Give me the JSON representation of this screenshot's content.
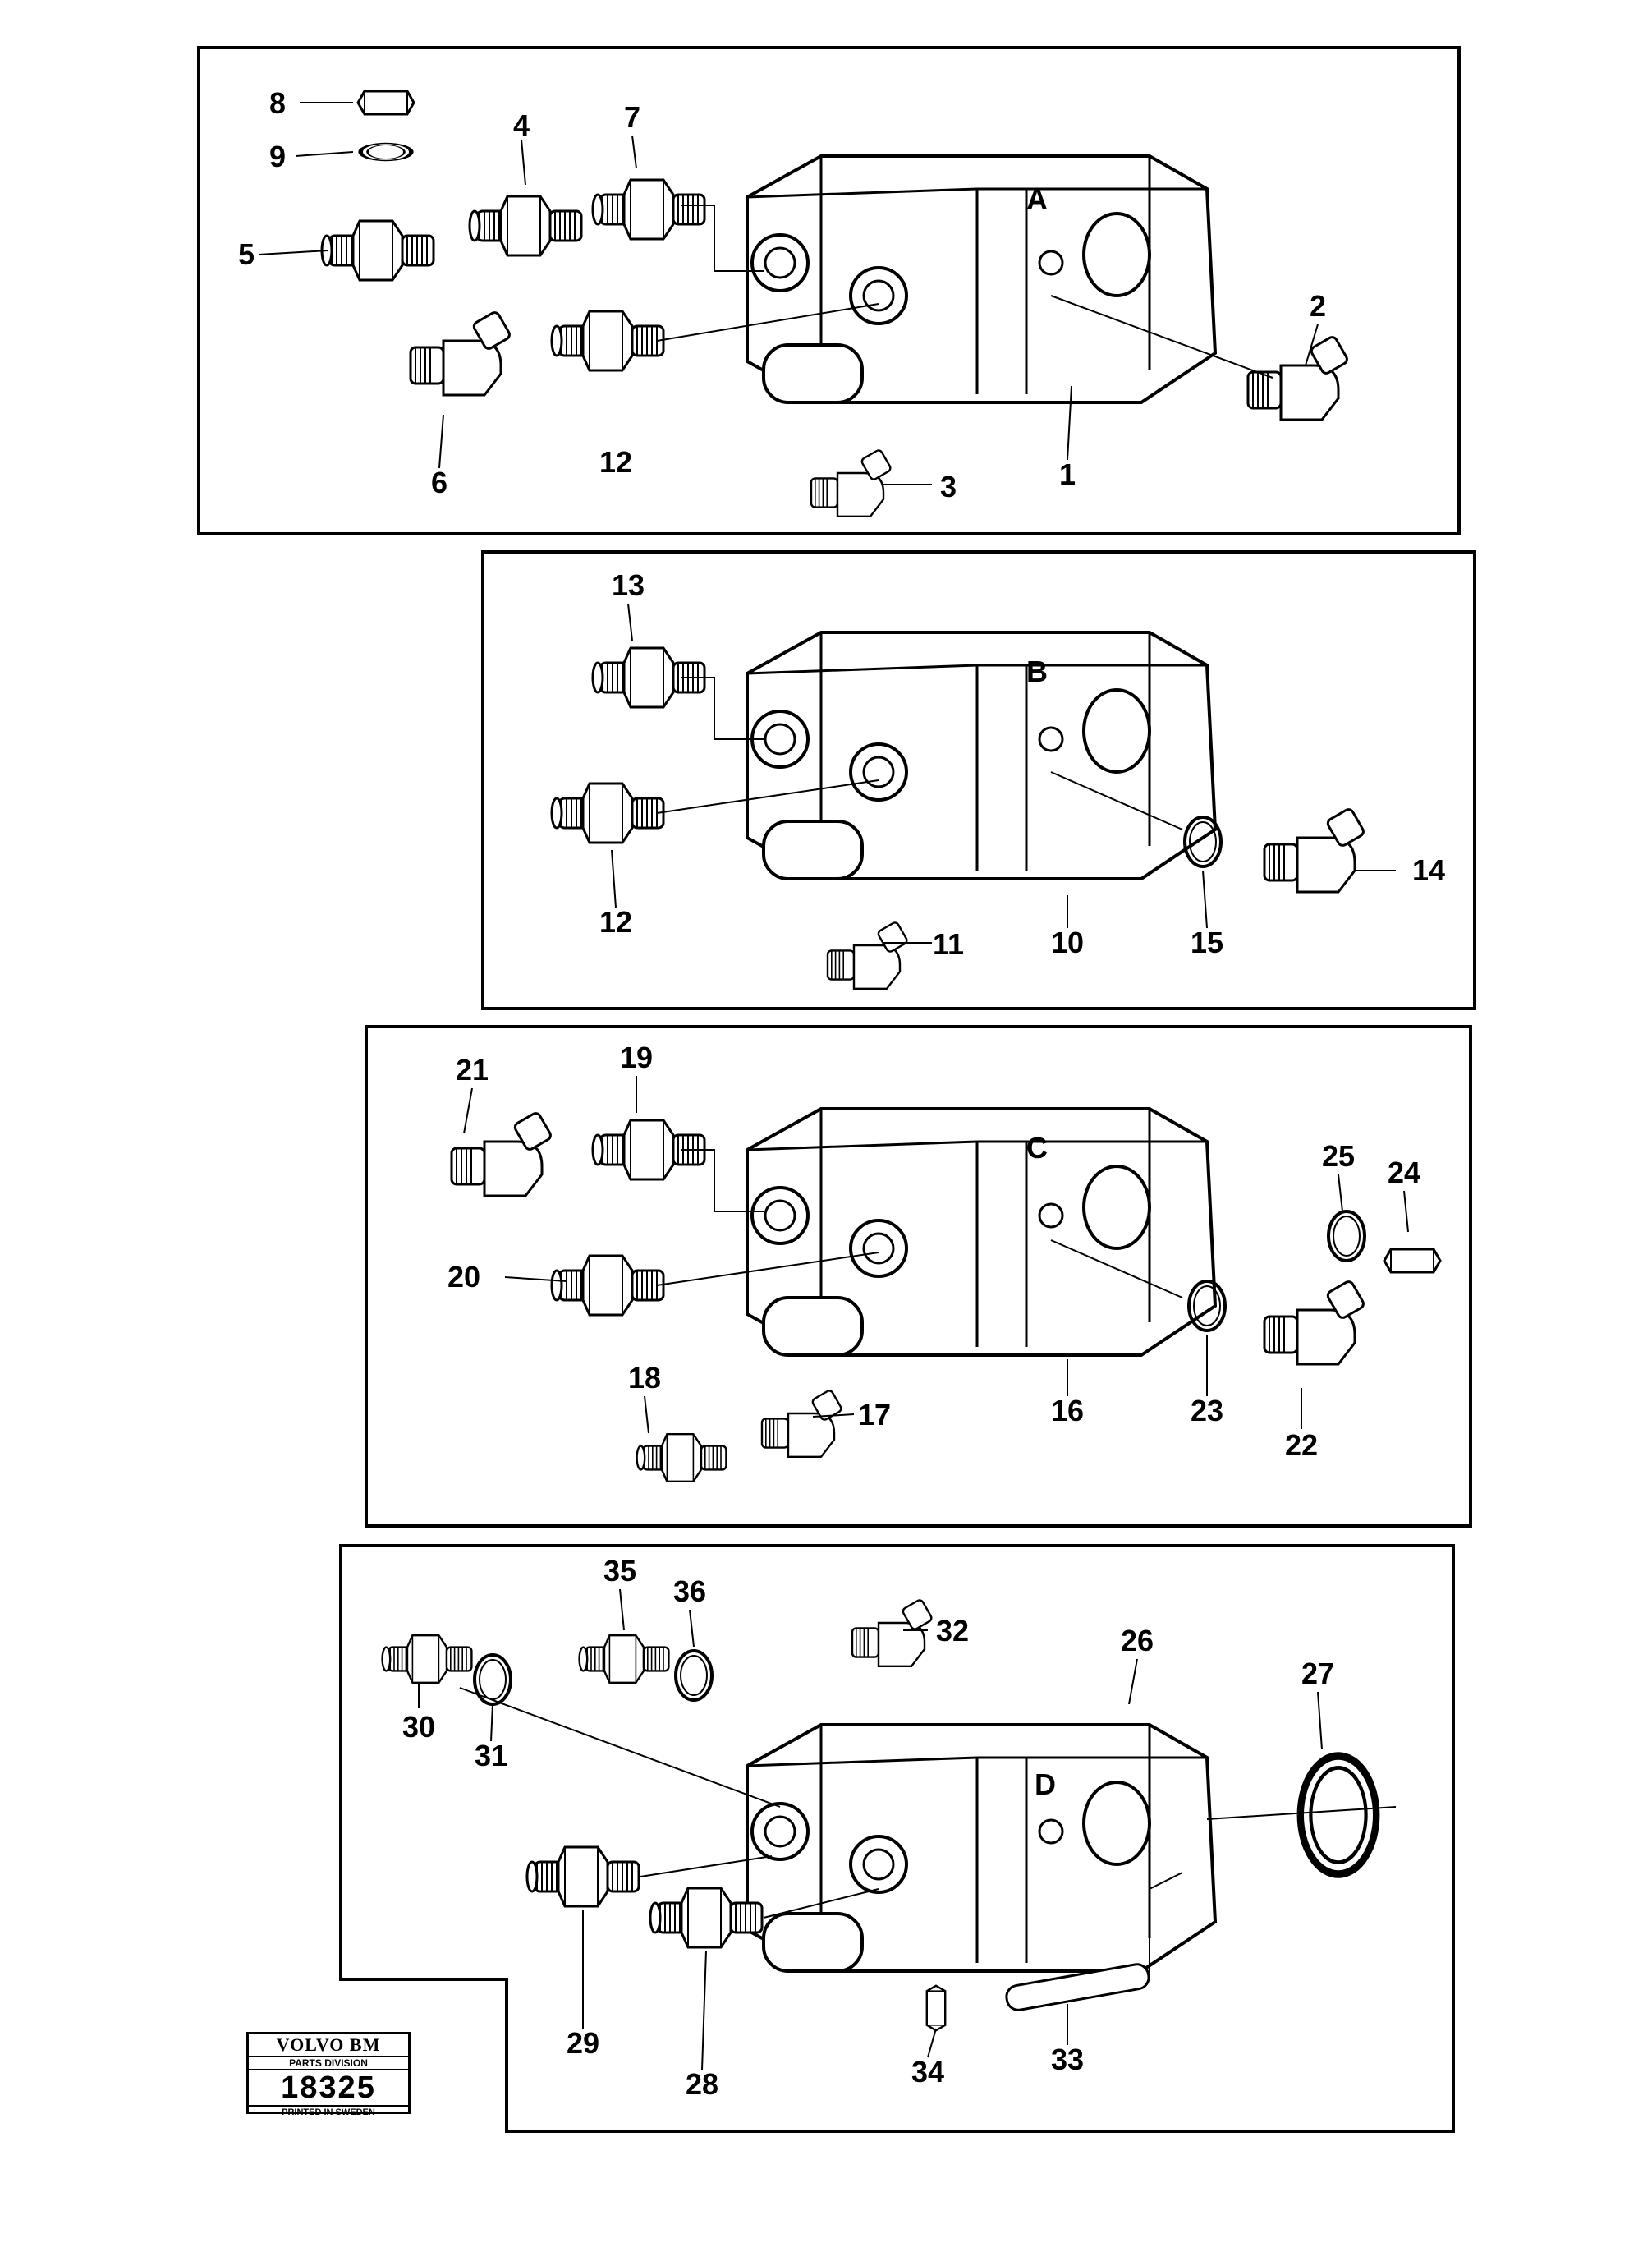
{
  "panels": [
    {
      "letter": "A"
    },
    {
      "letter": "B"
    },
    {
      "letter": "C"
    },
    {
      "letter": "D"
    }
  ],
  "callouts": [
    "1",
    "2",
    "3",
    "4",
    "5",
    "6",
    "7",
    "8",
    "9",
    "10",
    "11",
    "12",
    "13",
    "14",
    "15",
    "16",
    "17",
    "18",
    "19",
    "20",
    "21",
    "22",
    "23",
    "24",
    "25",
    "26",
    "27",
    "28",
    "29",
    "30",
    "31",
    "32",
    "33",
    "34",
    "35",
    "36"
  ],
  "stamp": {
    "brand": "VOLVO BM",
    "division": "PARTS DIVISION",
    "number": "18325",
    "footer": "PRINTED IN SWEDEN"
  }
}
